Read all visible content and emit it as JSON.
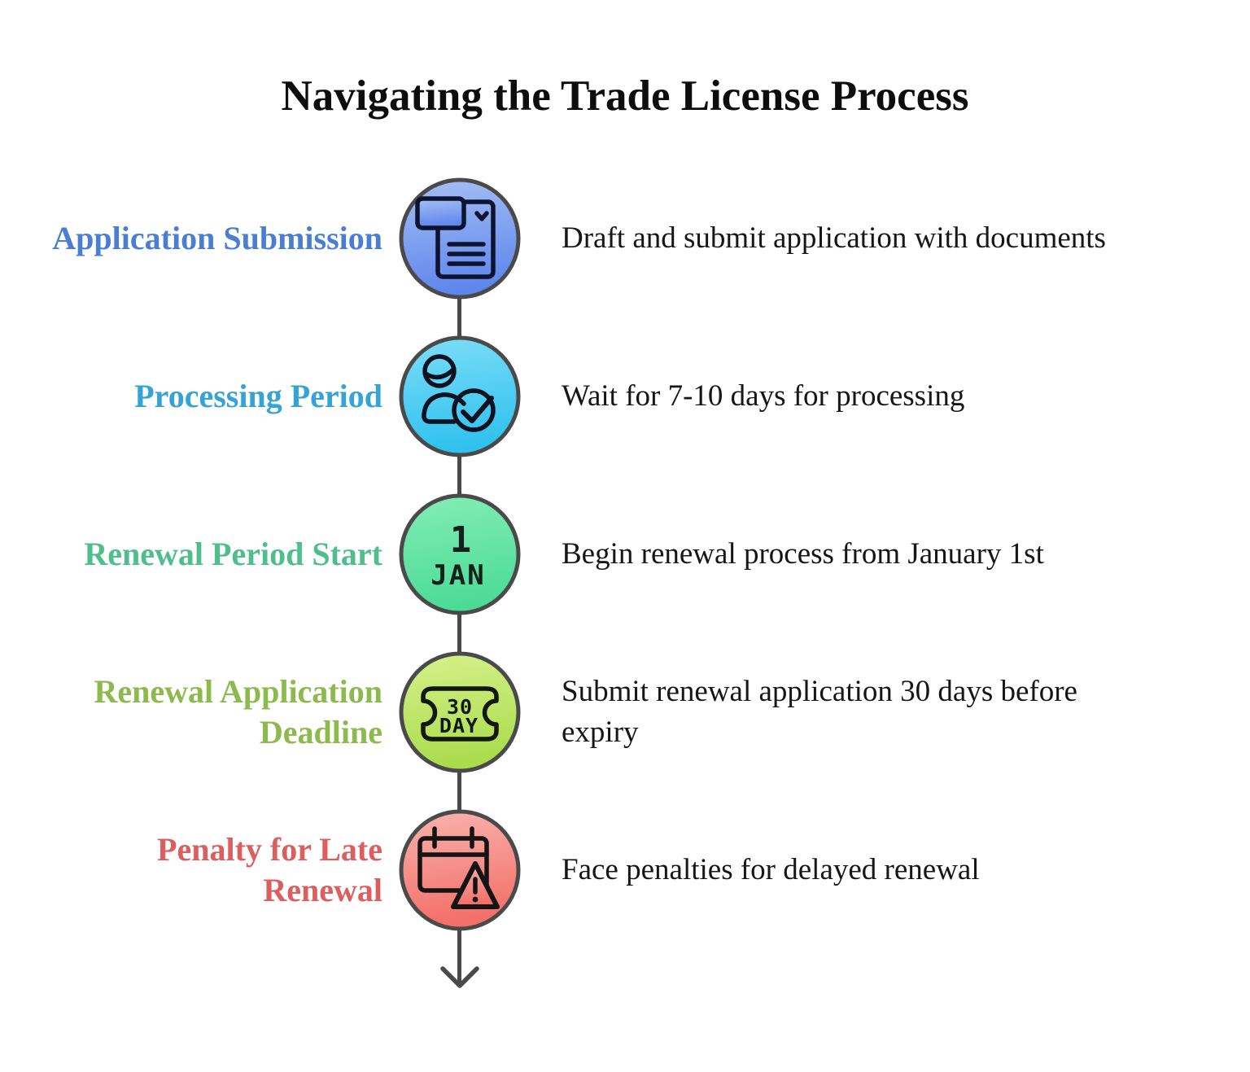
{
  "title": "Navigating the Trade License Process",
  "steps": [
    {
      "label": "Application Submission",
      "description": "Draft and submit application with documents",
      "icon": "document-check-icon",
      "label_color": "#4b7ed1",
      "circle_gradient": [
        "#a6c0f4",
        "#5e86ec"
      ]
    },
    {
      "label": "Processing Period",
      "description": "Wait for 7-10 days for processing",
      "icon": "person-check-icon",
      "label_color": "#35a3d6",
      "circle_gradient": [
        "#7ddef8",
        "#30c1ee"
      ]
    },
    {
      "label": "Renewal Period Start",
      "description": "Begin renewal process from January 1st",
      "icon": "calendar-date-icon",
      "icon_text_line1": "1",
      "icon_text_line2": "JAN",
      "label_color": "#50bd8c",
      "circle_gradient": [
        "#84edb6",
        "#4cdb96"
      ]
    },
    {
      "label": "Renewal Application Deadline",
      "description": "Submit renewal application 30 days before expiry",
      "icon": "ticket-30-day-icon",
      "icon_text_line1": "30",
      "icon_text_line2": "DAY",
      "label_color": "#8cba4c",
      "circle_gradient": [
        "#d7f18c",
        "#a9dc4c"
      ]
    },
    {
      "label": "Penalty for Late Renewal",
      "description": "Face penalties for delayed renewal",
      "icon": "calendar-alert-icon",
      "label_color": "#dc5f5f",
      "circle_gradient": [
        "#f9b3af",
        "#f36f68"
      ]
    }
  ],
  "connector": {
    "color": "#4a4a4a",
    "arrow_direction": "down"
  }
}
